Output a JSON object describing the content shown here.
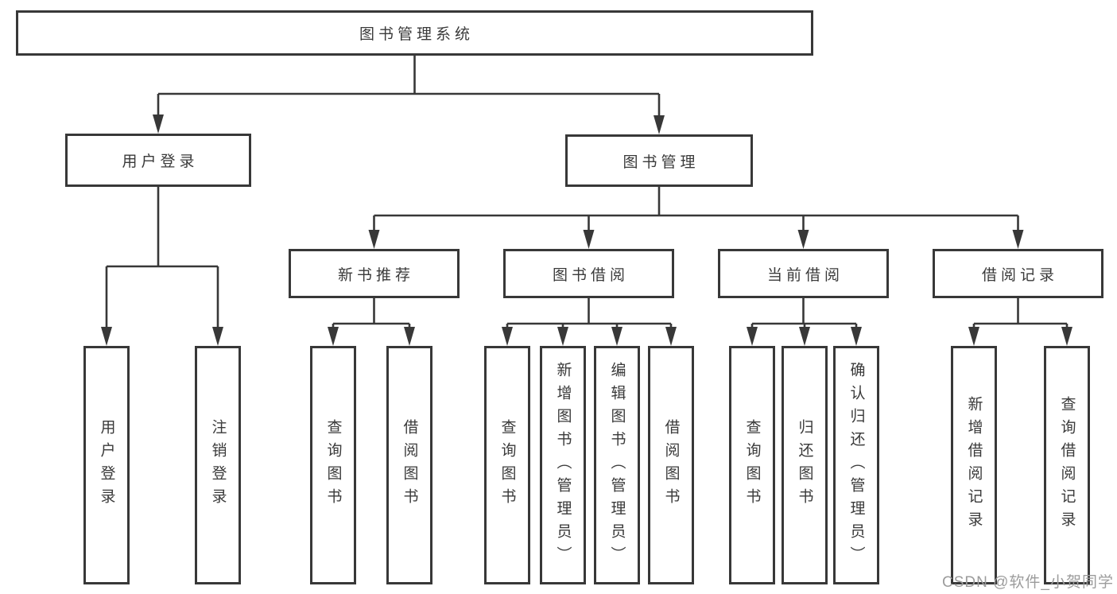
{
  "diagram_title": "图书管理系统",
  "tree": {
    "label": "图书管理系统",
    "children": [
      {
        "label": "用户登录",
        "children": [
          {
            "label": "用户登录"
          },
          {
            "label": "注销登录"
          }
        ]
      },
      {
        "label": "图书管理",
        "children": [
          {
            "label": "新书推荐",
            "children": [
              {
                "label": "查询图书"
              },
              {
                "label": "借阅图书"
              }
            ]
          },
          {
            "label": "图书借阅",
            "children": [
              {
                "label": "查询图书"
              },
              {
                "label": "新增图书（管理员）"
              },
              {
                "label": "编辑图书（管理员）"
              },
              {
                "label": "借阅图书"
              }
            ]
          },
          {
            "label": "当前借阅",
            "children": [
              {
                "label": "查询图书"
              },
              {
                "label": "归还图书"
              },
              {
                "label": "确认归还（管理员）"
              }
            ]
          },
          {
            "label": "借阅记录",
            "children": [
              {
                "label": "新增借阅记录"
              },
              {
                "label": "查询借阅记录"
              }
            ]
          }
        ]
      }
    ]
  },
  "watermark": "CSDN @软件_小贺同学",
  "colors": {
    "line": "#383838",
    "text": "#3a3a3a",
    "watermark": "#9c9c9c",
    "background": "#ffffff"
  }
}
